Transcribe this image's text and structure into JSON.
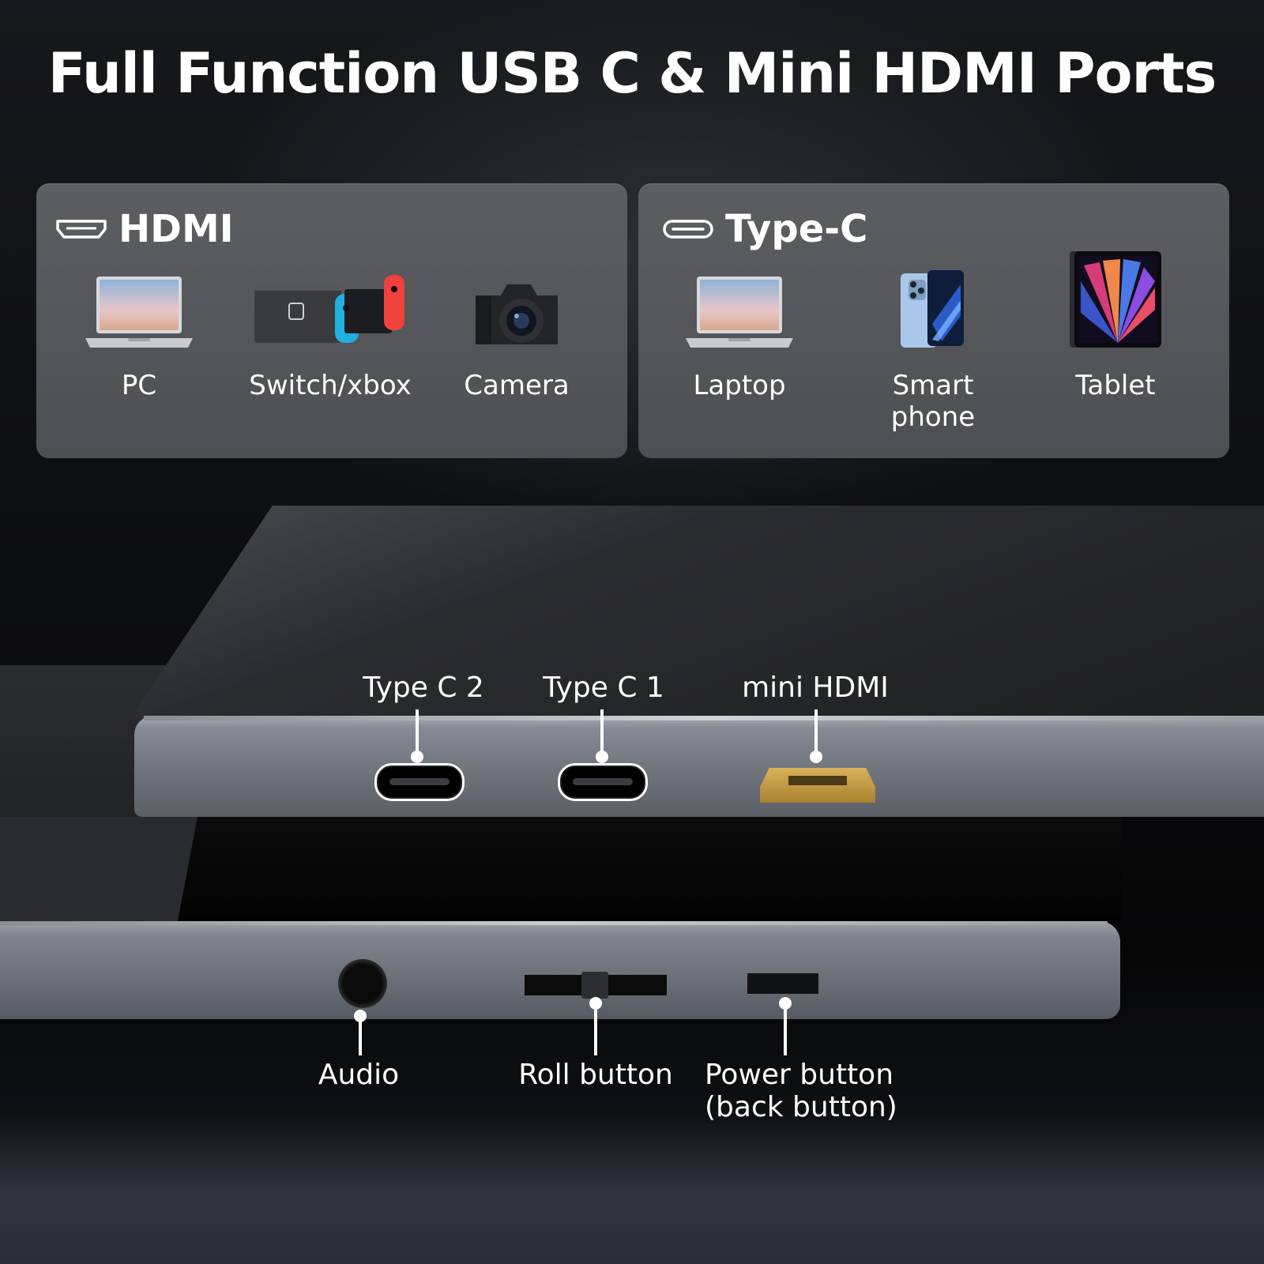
{
  "title": "Full Function USB C & Mini HDMI Ports",
  "hdmi_panel": {
    "heading": "HDMI",
    "devices": [
      {
        "label": "PC",
        "icon": "laptop-icon"
      },
      {
        "label": "Switch/xbox",
        "icon": "game-console-icon"
      },
      {
        "label": "Camera",
        "icon": "camera-icon"
      }
    ]
  },
  "typec_panel": {
    "heading": "Type-C",
    "devices": [
      {
        "label": "Laptop",
        "icon": "laptop-icon"
      },
      {
        "label": "Smart phone",
        "icon": "smartphone-icon"
      },
      {
        "label": "Tablet",
        "icon": "tablet-icon"
      }
    ]
  },
  "ports": {
    "type_c_2": "Type C 2",
    "type_c_1": "Type C 1",
    "mini_hdmi": "mini HDMI",
    "audio": "Audio",
    "roll_button": "Roll button",
    "power_button_line1": "Power button",
    "power_button_line2": "(back button)"
  },
  "colors": {
    "panel": "#58595d",
    "accent_gold": "#c9a14a",
    "text": "#ffffff"
  }
}
